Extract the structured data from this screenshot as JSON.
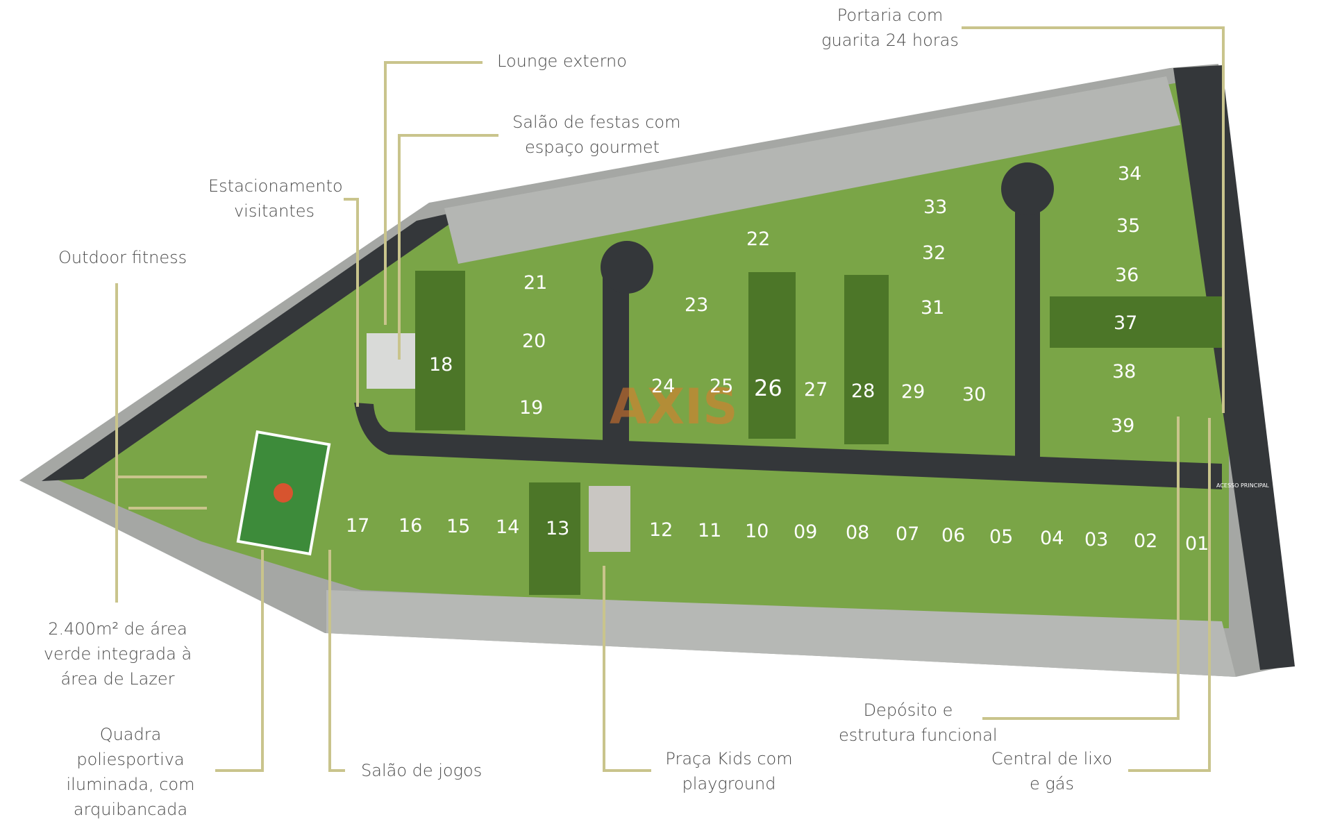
{
  "labels": {
    "portaria": [
      "Portaria com",
      "guarita 24 horas"
    ],
    "lounge": [
      "Lounge externo"
    ],
    "salao_festas": [
      "Salão de festas com",
      "espaço gourmet"
    ],
    "estacionamento": [
      "Estacionamento",
      "visitantes"
    ],
    "outdoor": [
      "Outdoor fitness"
    ],
    "area_verde": [
      "2.400m² de área",
      "verde integrada à",
      "área de Lazer"
    ],
    "quadra": [
      "Quadra",
      "poliesportiva",
      "iluminada, com",
      "arquibancada"
    ],
    "salao_jogos": [
      "Salão de jogos"
    ],
    "praca_kids": [
      "Praça Kids com",
      "playground"
    ],
    "deposito": [
      "Depósito e",
      "estrutura funcional"
    ],
    "central_lixo": [
      "Central de lixo",
      "e gás"
    ]
  },
  "lots": {
    "01": "01",
    "02": "02",
    "03": "03",
    "04": "04",
    "05": "05",
    "06": "06",
    "07": "07",
    "08": "08",
    "09": "09",
    "10": "10",
    "11": "11",
    "12": "12",
    "13": "13",
    "14": "14",
    "15": "15",
    "16": "16",
    "17": "17",
    "18": "18",
    "19": "19",
    "20": "20",
    "21": "21",
    "22": "22",
    "23": "23",
    "24": "24",
    "25": "25",
    "26": "26",
    "27": "27",
    "28": "28",
    "29": "29",
    "30": "30",
    "31": "31",
    "32": "32",
    "33": "33",
    "34": "34",
    "35": "35",
    "36": "36",
    "37": "37",
    "38": "38",
    "39": "39"
  },
  "road_sign": "ACESSO PRINCIPAL",
  "watermark": "AXIS",
  "colors": {
    "lot_green": "#6a9a3a",
    "lot_dark": "#4c7628",
    "road": "#34373a",
    "sidewalk": "#a5a7a4",
    "leader": "#c9c48c"
  }
}
